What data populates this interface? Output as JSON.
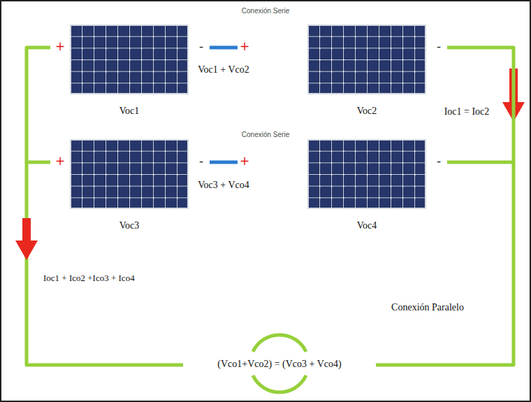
{
  "diagram": {
    "nodes": [
      {
        "text": [
          "+",
          "-",
          "Voc1"
        ]
      },
      {
        "text": [
          "+",
          "-",
          "Voc2"
        ]
      },
      {
        "text": [
          "+",
          "-",
          "Voc3"
        ]
      },
      {
        "text": [
          "+",
          "-",
          "Voc4"
        ]
      }
    ],
    "edges": [
      {
        "from": 0,
        "to": 1,
        "arrow": "none",
        "label": "Voc1 + Vco2"
      },
      {
        "from": 2,
        "to": 3,
        "arrow": "none",
        "label": "Voc3 + Vco4"
      },
      {
        "from": 0,
        "to": 2,
        "arrow": "none"
      },
      {
        "from": 1,
        "to": 3,
        "arrow": "none"
      }
    ],
    "labels": [
      "Conexión Serie",
      "Conexión Serie",
      "Ioc1 = Ioc2",
      "Ioc1 + Ico2 +Ico3 + Ico4",
      "Conexión Paralelo",
      "(Vco1+Vco2) = (Vco3 + Vco4)"
    ]
  }
}
